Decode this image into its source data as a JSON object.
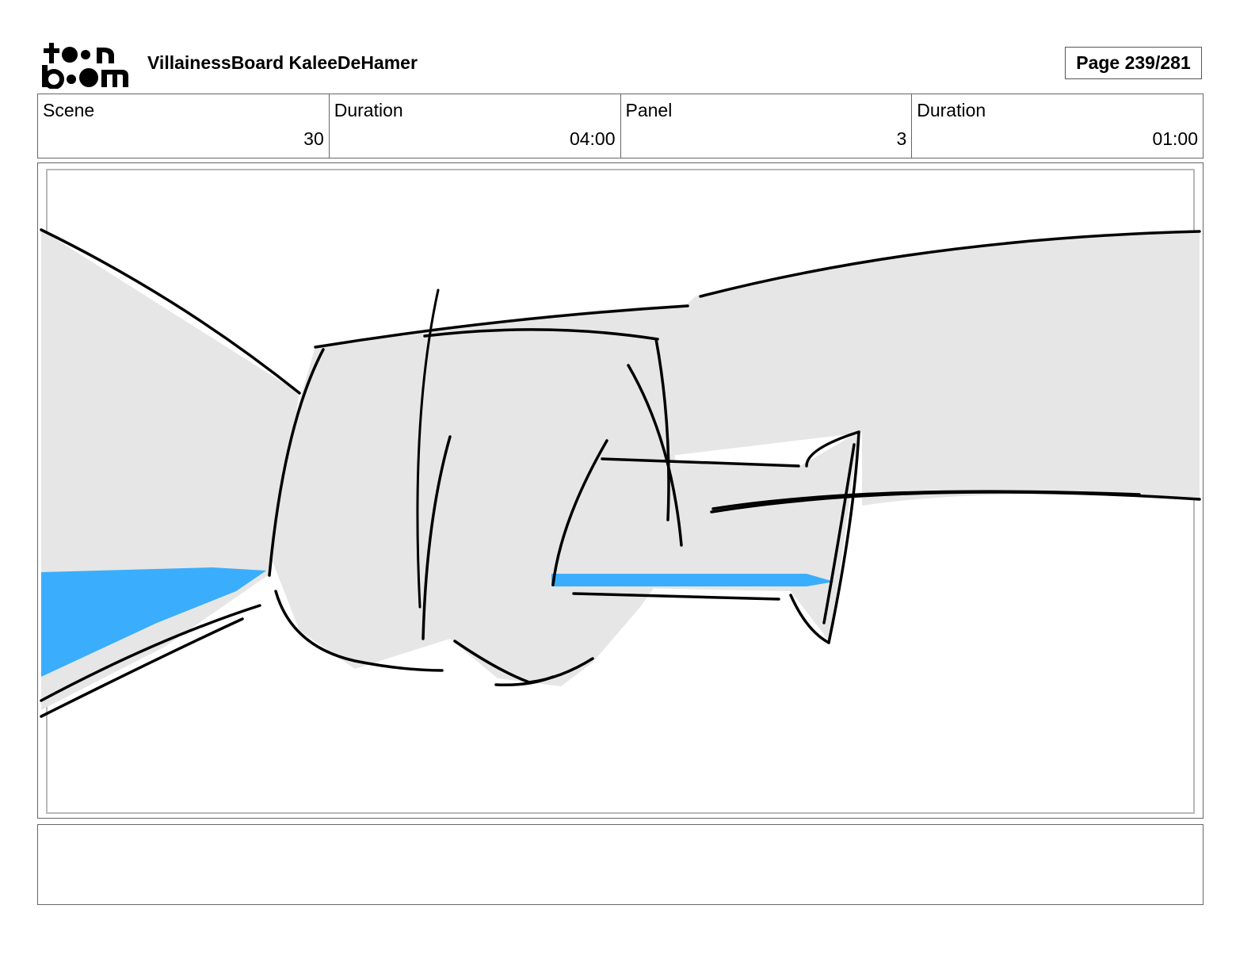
{
  "header": {
    "logo_text": "toon boom",
    "project_title": "VillainessBoard KaleeDeHamer",
    "page_number": "Page 239/281"
  },
  "info": {
    "scene_label": "Scene",
    "scene_value": "30",
    "scene_duration_label": "Duration",
    "scene_duration_value": "04:00",
    "panel_label": "Panel",
    "panel_value": "3",
    "panel_duration_label": "Duration",
    "panel_duration_value": "01:00"
  },
  "panel": {
    "description": "Sketch: fist gripping a hilt, blue blade extending left"
  },
  "colors": {
    "sketch_fill": "#e6e6e6",
    "blade_blue": "#3aaefc",
    "line": "#000000"
  },
  "notes": {
    "text": ""
  }
}
